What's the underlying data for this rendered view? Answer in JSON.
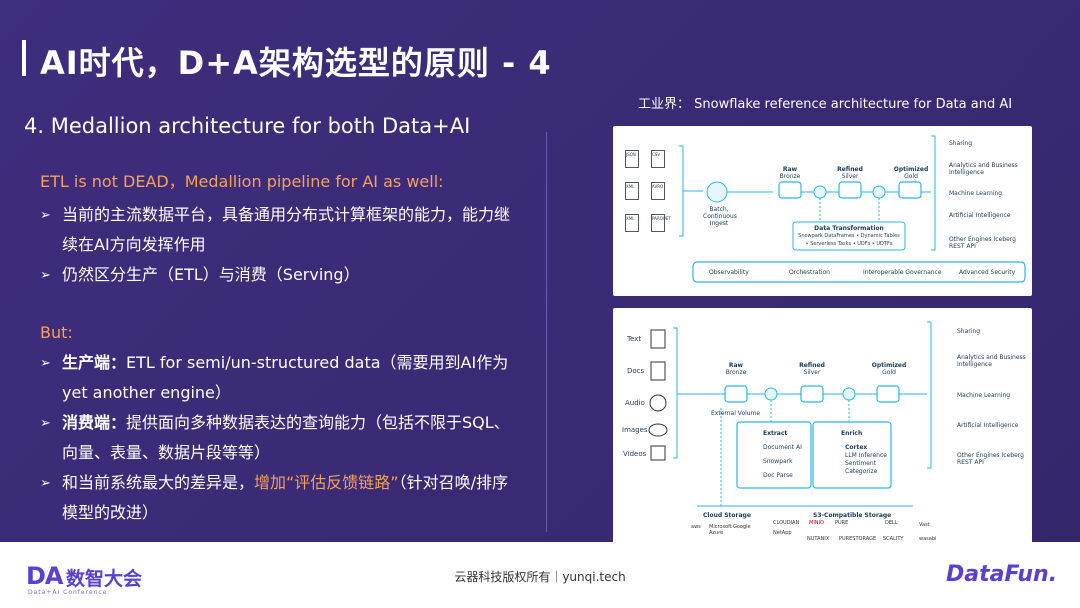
{
  "slide": {
    "title": "AI时代，D+A架构选型的原则 - 4",
    "subtitle": "4. Medallion architecture for both Data+AI",
    "etl_line": "ETL is not DEAD，Medallion pipeline for AI as well:",
    "bullets_1": [
      {
        "text": "当前的主流数据平台，具备通用分布式计算框架的能力，能力继续在AI方向发挥作用"
      },
      {
        "text": "仍然区分生产（ETL）与消费（Serving）"
      }
    ],
    "but_label": "But:",
    "bullets_2": [
      {
        "bold": "生产端：",
        "text": "ETL for semi/un-structured data（需要用到AI作为yet another engine）"
      },
      {
        "bold": "消费端：",
        "text": "提供面向多种数据表达的查询能力（包括不限于SQL、向量、表量、数据片段等等）"
      },
      {
        "pre": "和当前系统最大的差异是，",
        "highlight": "增加“评估反馈链路”",
        "post": "（针对召唤/排序模型的改进）"
      }
    ],
    "bullet_mark": "➢",
    "ref_caption": "工业界： Snowflake reference architecture for Data and AI"
  },
  "diagram1": {
    "files": [
      "JSON",
      "CSV",
      "XML",
      "AVRO",
      "XML",
      "PARQUET"
    ],
    "ingest": "Batch, Continuous Ingest",
    "stages": [
      {
        "name": "Raw",
        "sub": "Bronze"
      },
      {
        "name": "Refined",
        "sub": "Silver"
      },
      {
        "name": "Optimized",
        "sub": "Gold"
      }
    ],
    "transform_title": "Data Transformation",
    "transform_line1": "Snowpark DataFrames • Dynamic Tables",
    "transform_line2": "• Serverless Tasks • UDFs • UDTFs",
    "outputs": [
      "Sharing",
      "Analytics and Business Intelligence",
      "Machine Learning",
      "Artificial Intelligence",
      "Other Engines Iceberg REST API"
    ],
    "bottom": [
      "Observability",
      "Orchestration",
      "Interoperable Governance",
      "Advanced Security"
    ]
  },
  "diagram2": {
    "inputs": [
      "Text",
      "Docs",
      "Audio",
      "Images",
      "Videos"
    ],
    "stages": [
      {
        "name": "Raw",
        "sub": "Bronze"
      },
      {
        "name": "Refined",
        "sub": "Silver"
      },
      {
        "name": "Optimized",
        "sub": "Gold"
      }
    ],
    "external": "External Volume",
    "extract_title": "Extract",
    "extract_items": [
      "Document AI",
      "Snowpark",
      "Doc Parse"
    ],
    "enrich_title": "Enrich",
    "enrich_items": [
      "Cortex",
      "LLM Inference",
      "Sentiment",
      "Categorize"
    ],
    "outputs": [
      "Sharing",
      "Analytics and Business Intelligence",
      "Machine Learning",
      "Artificial Intelligence",
      "Other Engines Iceberg REST API"
    ],
    "cloud_storage": "Cloud Storage",
    "s3_storage": "S3-Compatible Storage",
    "cloud_logos": [
      "aws",
      "Microsoft Azure",
      "Google"
    ],
    "s3_logos": [
      "CLOUDIAN",
      "MINIO",
      "PURE",
      "DELL",
      "NetApp",
      "NUTANIX",
      "PURESTORAGE",
      "SCALITY",
      "Vast",
      "wasabi"
    ]
  },
  "footer": {
    "logo_da": "DA",
    "logo_cn": "数智大会",
    "logo_sub": "Data+AI Conference",
    "copyright": "云器科技版权所有｜yunqi.tech",
    "brand": "DataFun."
  },
  "colors": {
    "background": "#3b2a78",
    "accent_orange": "#f5a25a",
    "brand_purple": "#5a3fd0",
    "diagram_blue": "#29b5e8"
  }
}
